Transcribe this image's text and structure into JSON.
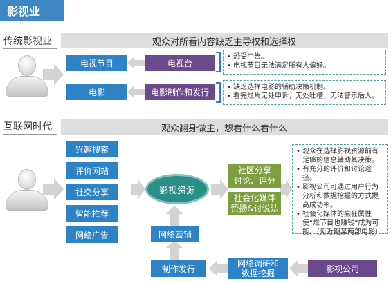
{
  "title": "影视业",
  "traditional": {
    "label": "传统影视业",
    "banner": "观众对所看内容缺乏主导权和选择权",
    "rows": [
      {
        "left": "电视节目",
        "right": "电视台",
        "notes": [
          "恐受广告。",
          "电视节目无法满足所有人偏好。"
        ]
      },
      {
        "left": "电影",
        "right": "电影制作和发行",
        "notes": [
          "缺乏选择电影的辅助决策机制。",
          "看完烂片无处申诉，无处吐槽，无法警示后人。"
        ]
      }
    ]
  },
  "internet": {
    "label": "互联网时代",
    "banner": "观众翻身做主，想看什么看什么",
    "features": [
      "兴趣搜索",
      "评价网站",
      "社交分享",
      "智能推荐",
      "网络广告"
    ],
    "center": "影视资源",
    "green_top": "社区分享\n讨论、评分",
    "green_bottom": "社会化媒体\n赞扬&讨说法",
    "notes": [
      "观众在选择影视资源前有足够的信息辅助其决策。",
      "有充分的评价和讨论途径。",
      "影视公司可通过用户行为分析和数据挖掘的方式提高成功率。",
      "社会化媒体的癫狂属性使“烂节目也赚钱”成为可能。（见近期某两部电影）"
    ],
    "marketing": "网络营销",
    "production": "制作发行",
    "research": "网络调研和\n数据挖掘",
    "company": "影视公司"
  },
  "colors": {
    "blue": "#2e82c6",
    "purple": "#6a4a8c",
    "green": "#7f9e3f",
    "teal": "#2a8f87",
    "tab": "#3f86c4",
    "banner": "#dedede",
    "arrow": "#d3d3d3"
  }
}
